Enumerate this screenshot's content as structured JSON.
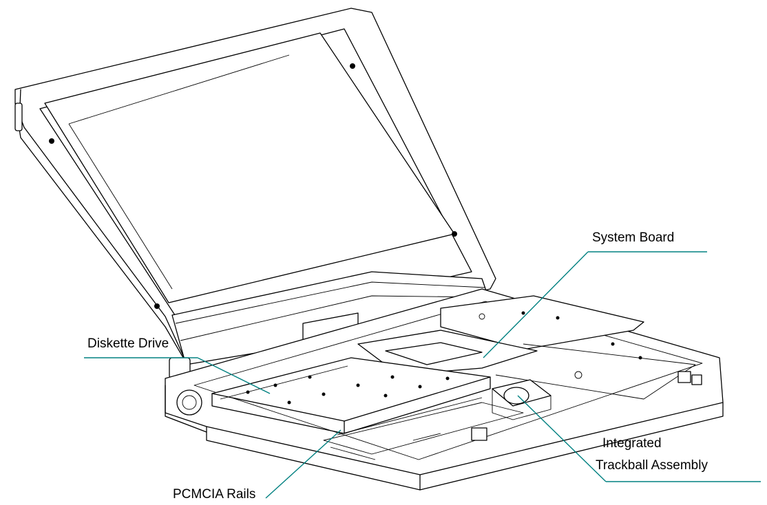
{
  "labels": {
    "system_board": "System Board",
    "diskette_drive": "Diskette Drive",
    "pcmcia_rails": "PCMCIA Rails",
    "trackball_line1": "Integrated",
    "trackball_line2": "Trackball Assembly"
  },
  "colors": {
    "leader_line": "#008080",
    "drawing": "#000000",
    "background": "#ffffff"
  }
}
